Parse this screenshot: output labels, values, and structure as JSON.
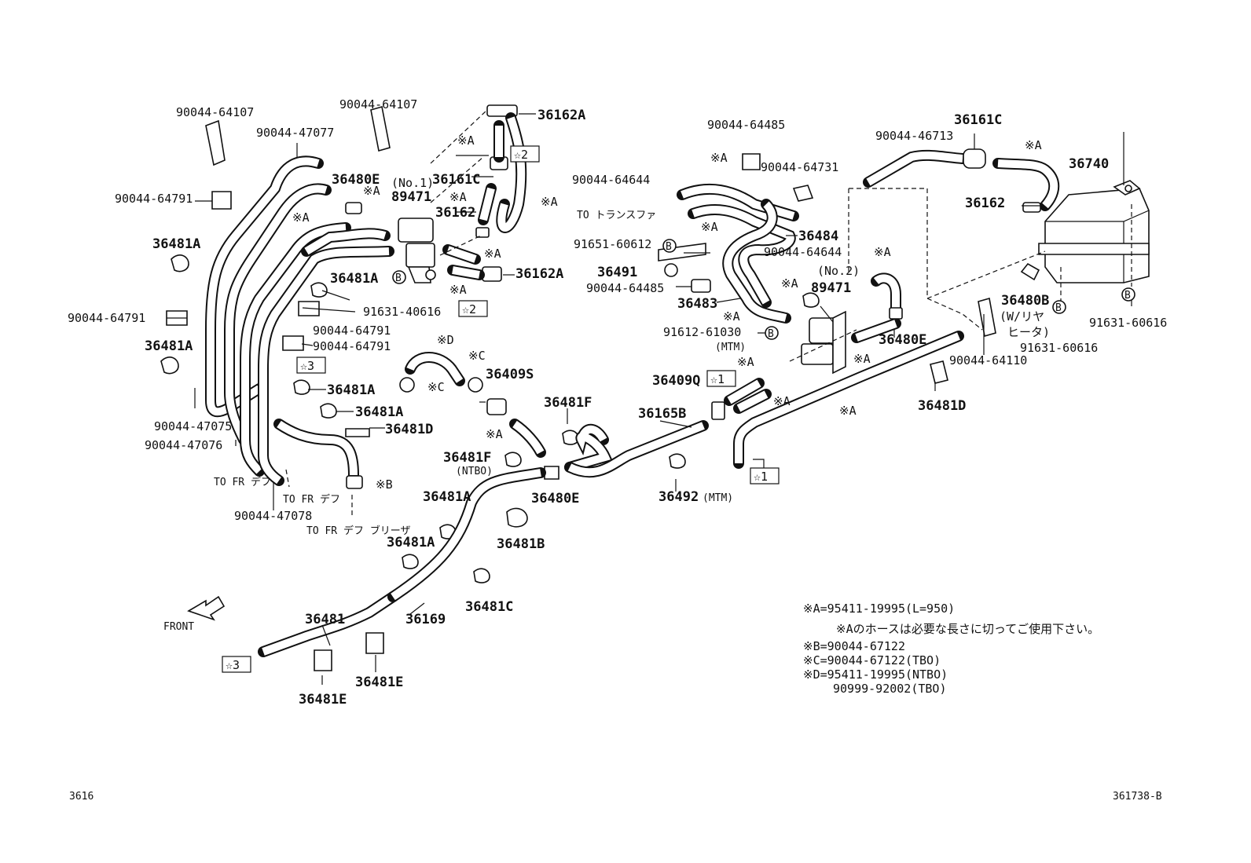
{
  "labels": {
    "p90044_64107_a": "90044-64107",
    "p90044_64107_b": "90044-64107",
    "p90044_47077": "90044-47077",
    "p36162A_top": "36162A",
    "p36480E_1": "36480E",
    "no1": "(No.1)",
    "p36161C_1": "36161C",
    "p89471_1": "89471",
    "p90044_64644_a": "90044-64644",
    "p90044_64791_a": "90044-64791",
    "p36162_1": "36162",
    "p36481A_1": "36481A",
    "p36162A_2": "36162A",
    "p36481A_2": "36481A",
    "p91631_40616": "91631-40616",
    "p90044_64791_b": "90044-64791",
    "p36481A_3": "36481A",
    "p90044_64791_c": "90044-64791",
    "p90044_64791_d": "90044-64791",
    "p36481A_4": "36481A",
    "p36481A_5": "36481A",
    "p36481D_1": "36481D",
    "p90044_47075": "90044-47075",
    "p90044_47076": "90044-47076",
    "to_fr_def_1": "TO FR デフ",
    "to_fr_def_2": "TO FR デフ",
    "p90044_47078": "90044-47078",
    "to_fr_def_breather": "TO FR デフ ブリーザ",
    "p36409S": "36409S",
    "p36481F_1": "36481F",
    "p36481F_2": "36481F",
    "ntbo": "(NTBO)",
    "p36481A_6": "36481A",
    "p36480E_2": "36480E",
    "p36481B": "36481B",
    "p36481A_7": "36481A",
    "p36481C": "36481C",
    "p36481": "36481",
    "p36169": "36169",
    "p36481E_1": "36481E",
    "p36481E_2": "36481E",
    "front": "FRONT",
    "p90044_64485_a": "90044-64485",
    "p90044_64731": "90044-64731",
    "to_transfer": "TO トランスファ",
    "p91651_60612": "91651-60612",
    "p36491": "36491",
    "p90044_64485_b": "90044-64485",
    "p36483": "36483",
    "p36484": "36484",
    "p90044_64644_b": "90044-64644",
    "no2": "(No.2)",
    "p89471_2": "89471",
    "p91612_61030": "91612-61030",
    "mtm_1": "(MTM)",
    "p36409Q": "36409Q",
    "p36165B": "36165B",
    "p36492": "36492",
    "mtm_2": "(MTM)",
    "p90044_46713": "90044-46713",
    "p36161C_2": "36161C",
    "p36740": "36740",
    "p36162_2": "36162",
    "p36480B": "36480B",
    "w_rear_1": "(W/リヤ",
    "w_rear_2": "ヒータ)",
    "p91631_60616_a": "91631-60616",
    "p91631_60616_b": "91631-60616",
    "p36480E_3": "36480E",
    "p90044_64110": "90044-64110",
    "p36481D_2": "36481D",
    "mark_A": "※A",
    "mark_B": "※B",
    "mark_C": "※C",
    "mark_D": "※D",
    "circ_B": "B",
    "star1": "☆1",
    "star2": "☆2",
    "star3": "☆3"
  },
  "notes": {
    "a_def": "※A=95411-19995(L=950)",
    "a_cut": "※Aのホースは必要な長さに切ってご使用下さい。",
    "b_def": "※B=90044-67122",
    "c_def": "※C=90044-67122(TBO)",
    "d_def": "※D=95411-19995(NTBO)",
    "d_alt": "90999-92002(TBO)"
  },
  "footer": {
    "left": "3616",
    "right": "361738-B"
  }
}
